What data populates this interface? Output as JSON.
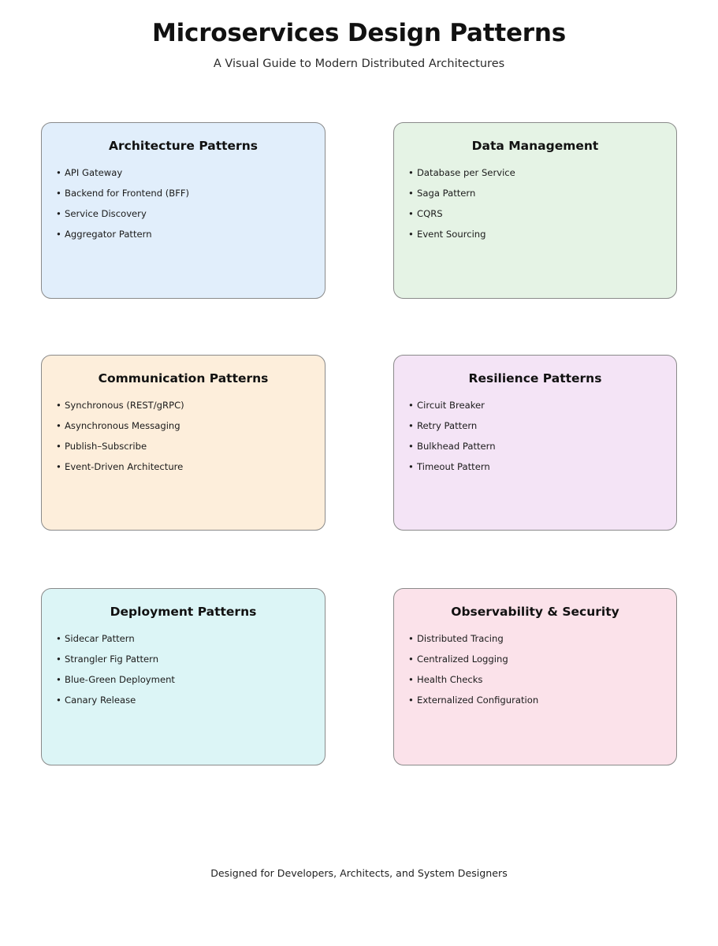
{
  "header": {
    "title": "Microservices Design Patterns",
    "subtitle": "A Visual Guide to Modern Distributed Architectures"
  },
  "bullet_glyph": "•",
  "cards": [
    {
      "id": "architecture-patterns",
      "title": "Architecture Patterns",
      "background": "#e1eefb",
      "border": "#8a8a8a",
      "items": [
        "API Gateway",
        "Backend for Frontend (BFF)",
        "Service Discovery",
        "Aggregator Pattern"
      ]
    },
    {
      "id": "data-management",
      "title": "Data Management",
      "background": "#e5f3e5",
      "border": "#8a8a8a",
      "items": [
        "Database per Service",
        "Saga Pattern",
        "CQRS",
        "Event Sourcing"
      ]
    },
    {
      "id": "communication-patterns",
      "title": "Communication Patterns",
      "background": "#fdeedb",
      "border": "#8a8a8a",
      "items": [
        "Synchronous (REST/gRPC)",
        "Asynchronous Messaging",
        "Publish–Subscribe",
        "Event-Driven Architecture"
      ]
    },
    {
      "id": "resilience-patterns",
      "title": "Resilience Patterns",
      "background": "#f4e4f6",
      "border": "#8a8a8a",
      "items": [
        "Circuit Breaker",
        "Retry Pattern",
        "Bulkhead Pattern",
        "Timeout Pattern"
      ]
    },
    {
      "id": "deployment-patterns",
      "title": "Deployment Patterns",
      "background": "#dcf5f6",
      "border": "#8a8a8a",
      "items": [
        "Sidecar Pattern",
        "Strangler Fig Pattern",
        "Blue-Green Deployment",
        "Canary Release"
      ]
    },
    {
      "id": "observability-security",
      "title": "Observability & Security",
      "background": "#fbe2ea",
      "border": "#8a8a8a",
      "items": [
        "Distributed Tracing",
        "Centralized Logging",
        "Health Checks",
        "Externalized Configuration"
      ]
    }
  ],
  "footer": {
    "text": "Designed for Developers, Architects, and System Designers"
  }
}
